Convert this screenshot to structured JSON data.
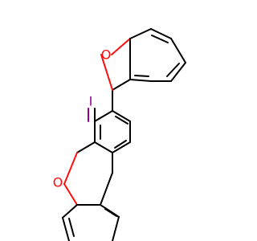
{
  "molecule": {
    "atoms": {
      "iodine": {
        "symbol": "I",
        "color": "#940094"
      },
      "oxygen_top": {
        "symbol": "O",
        "color": "#ff0d0d"
      },
      "oxygen_bottom": {
        "symbol": "O",
        "color": "#ff0d0d"
      }
    },
    "colors": {
      "bond": "#000000",
      "oxygen": "#ff0d0d",
      "iodine": "#940094",
      "background": "#ffffff"
    }
  }
}
